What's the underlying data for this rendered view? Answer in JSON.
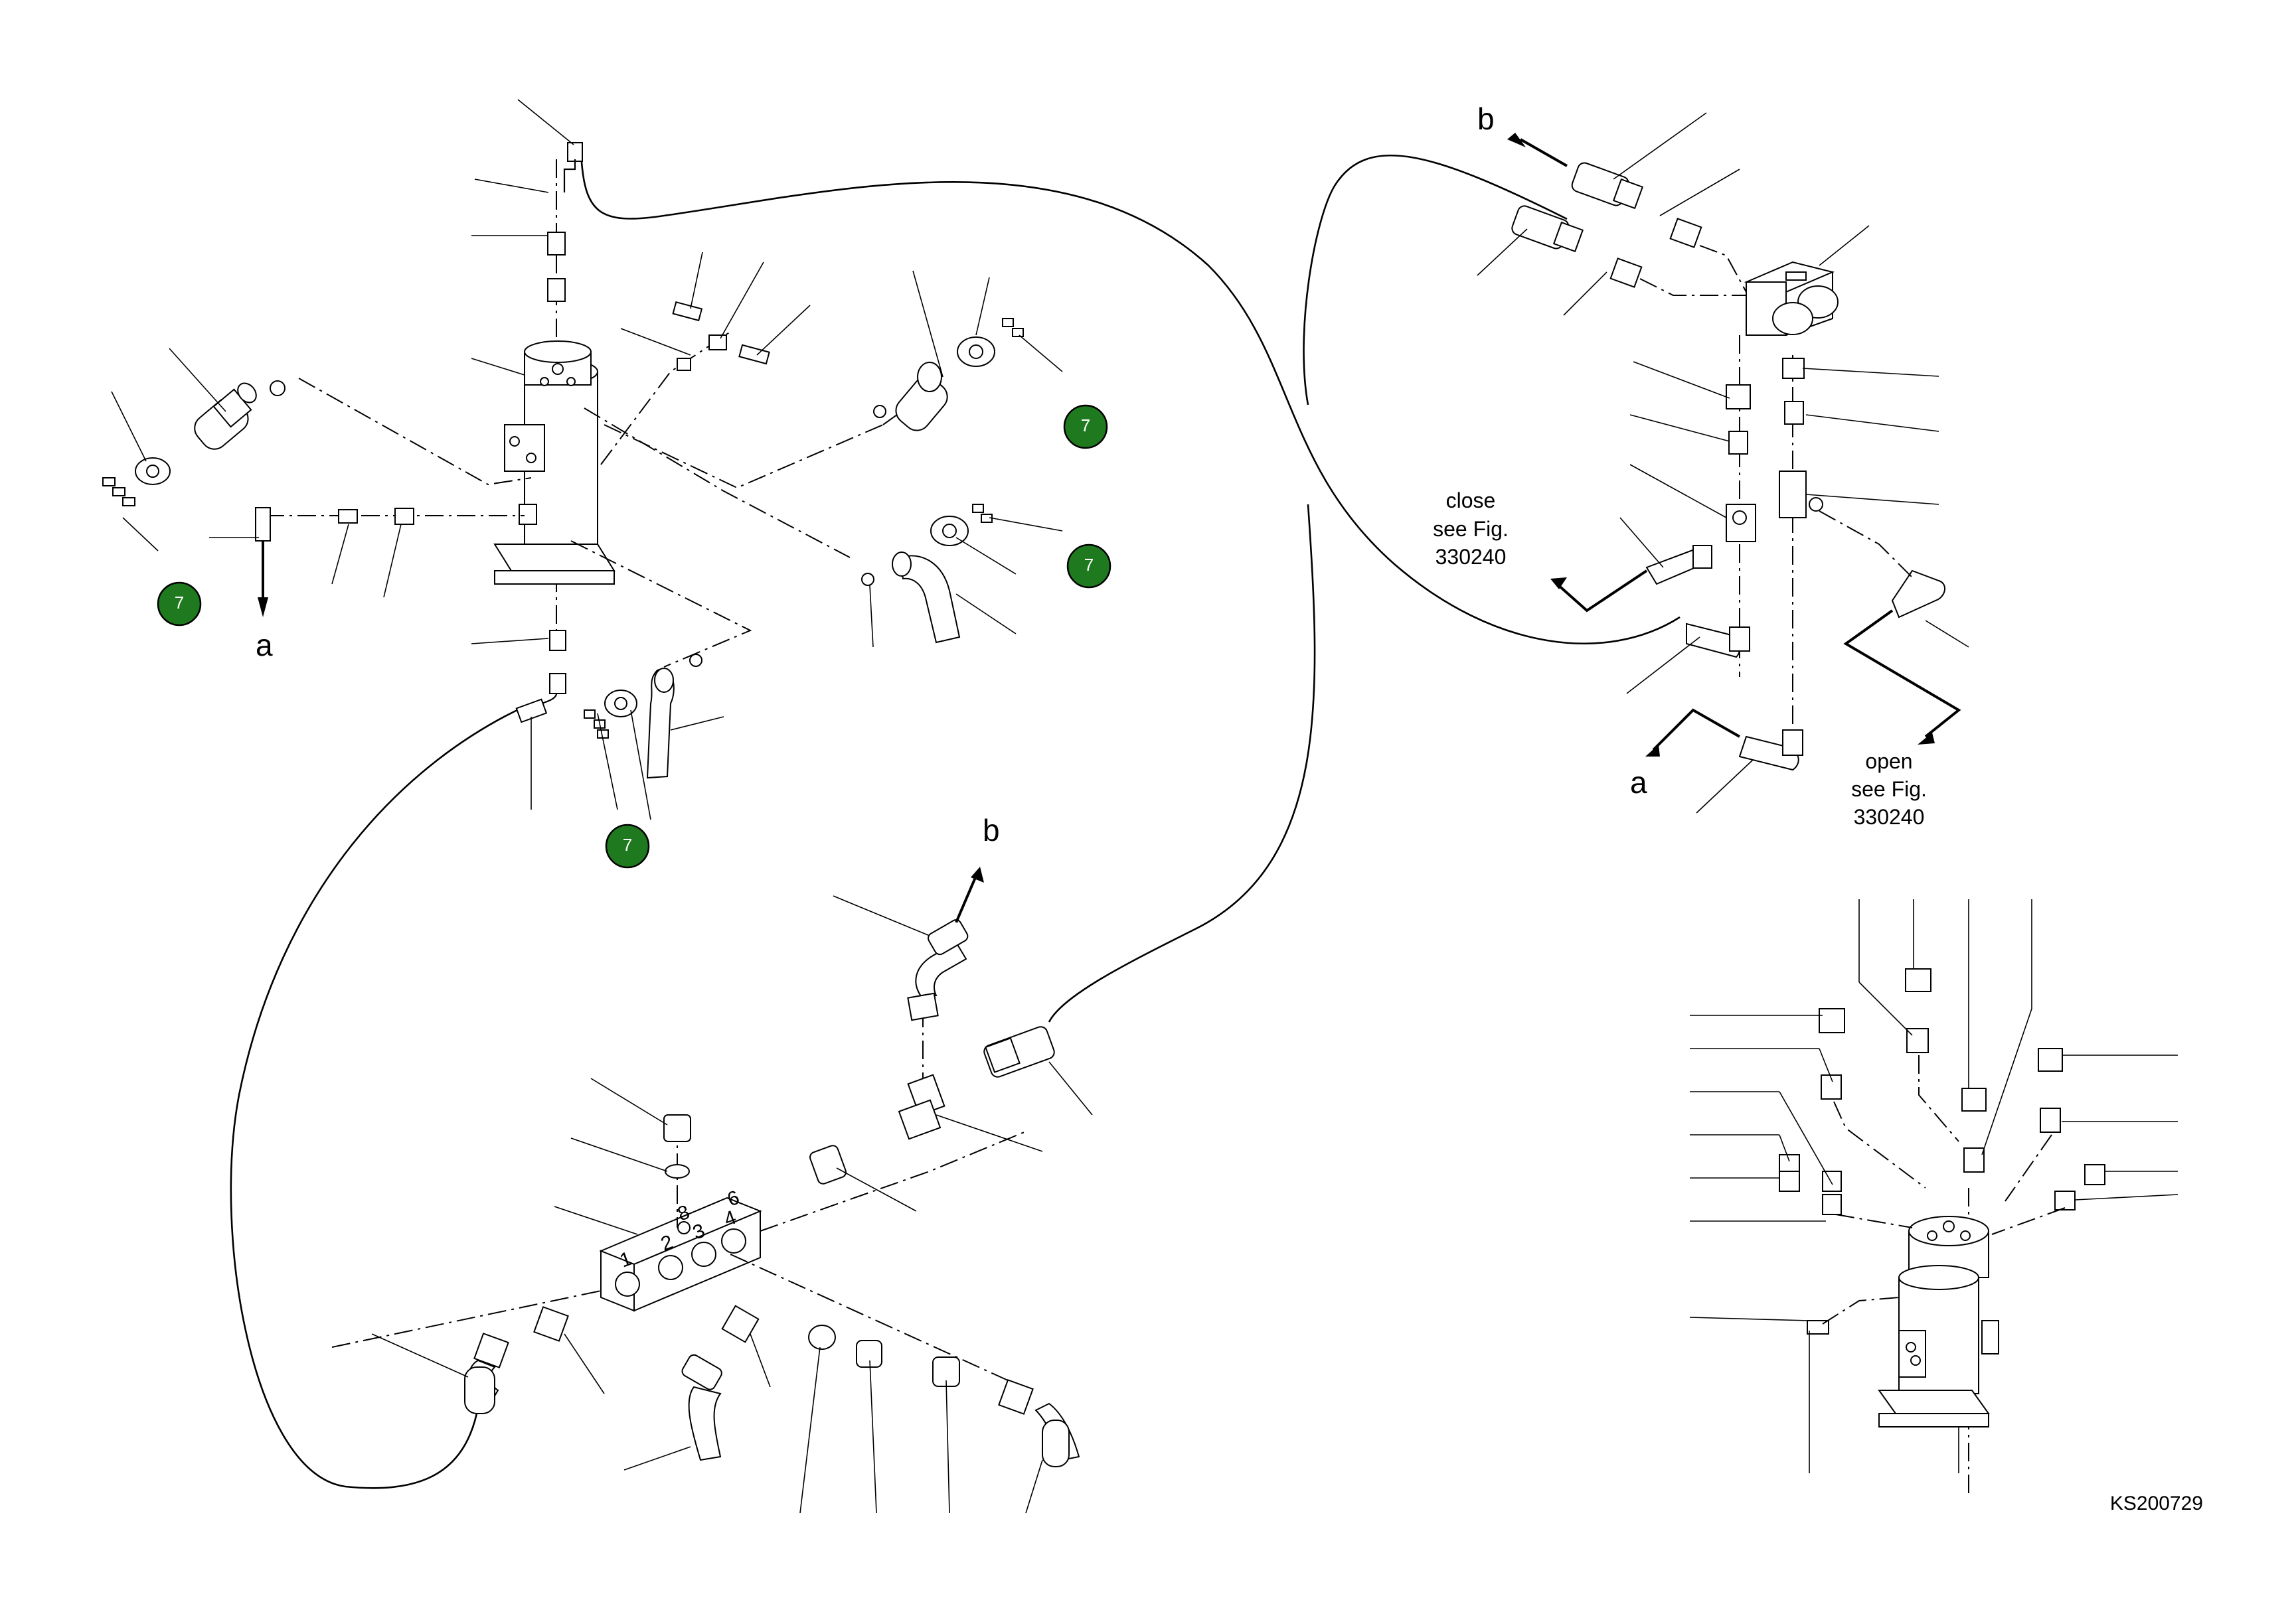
{
  "labels": {
    "a_left": "a",
    "a_right": "a",
    "b_top": "b",
    "b_mid": "b"
  },
  "notes": {
    "close_1": "close",
    "close_2": "see Fig.",
    "close_3": "330240",
    "open_1": "open",
    "open_2": "see Fig.",
    "open_3": "330240"
  },
  "markers": {
    "m1": "7",
    "m2": "7",
    "m3": "7",
    "m4": "7"
  },
  "port_numbers": {
    "p1": "1",
    "p2": "2",
    "p3": "3",
    "p4": "4",
    "p6": "6",
    "p8": "8"
  },
  "figure_id": "KS200729",
  "colors": {
    "marker_fill": "#1f7a1f",
    "line": "#000000",
    "background": "#ffffff"
  }
}
